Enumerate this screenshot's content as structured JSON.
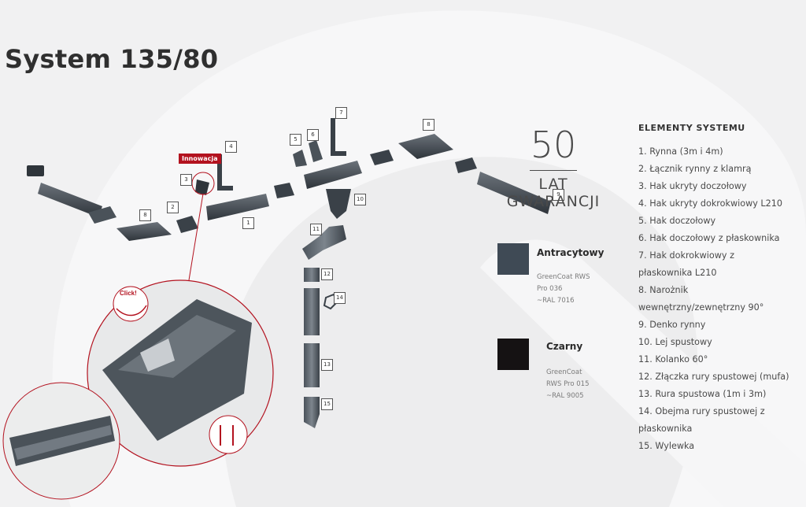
{
  "title": "System 135/80",
  "innovation_badge": "Innowacja",
  "click_label": "Click!",
  "warranty": {
    "number": "50",
    "line1": "LAT",
    "line2": "GWARANCJI"
  },
  "colors": [
    {
      "name": "Antracytowy",
      "code_lines": [
        "GreenCoat RWS",
        "Pro 036",
        "~RAL 7016"
      ],
      "hex": "#3f4a55"
    },
    {
      "name": "Czarny",
      "code_lines": [
        "GreenCoat",
        "RWS Pro 015",
        "~RAL 9005"
      ],
      "hex": "#151213"
    }
  ],
  "elements": {
    "heading": "ELEMENTY SYSTEMU",
    "items": [
      "1. Rynna (3m i 4m)",
      "2. Łącznik rynny z klamrą",
      "3. Hak ukryty doczołowy",
      "4. Hak ukryty dokrokwiowy L210",
      "5. Hak doczołowy",
      "6. Hak doczołowy z płaskownika",
      "7. Hak dokrokwiowy z",
      "płaskownika L210",
      "8. Narożnik",
      "wewnętrzny/zewnętrzny 90°",
      "9. Denko rynny",
      "10. Lej spustowy",
      "11. Kolanko 60°",
      "12. Złączka rury spustowej (mufa)",
      "13. Rura spustowa (1m i 3m)",
      "14. Obejma rury spustowej z",
      "płaskownika",
      "15. Wylewka"
    ]
  },
  "part_labels": [
    "1",
    "2",
    "3",
    "4",
    "5",
    "6",
    "7",
    "8",
    "8",
    "9",
    "10",
    "11",
    "12",
    "13",
    "14",
    "15"
  ]
}
